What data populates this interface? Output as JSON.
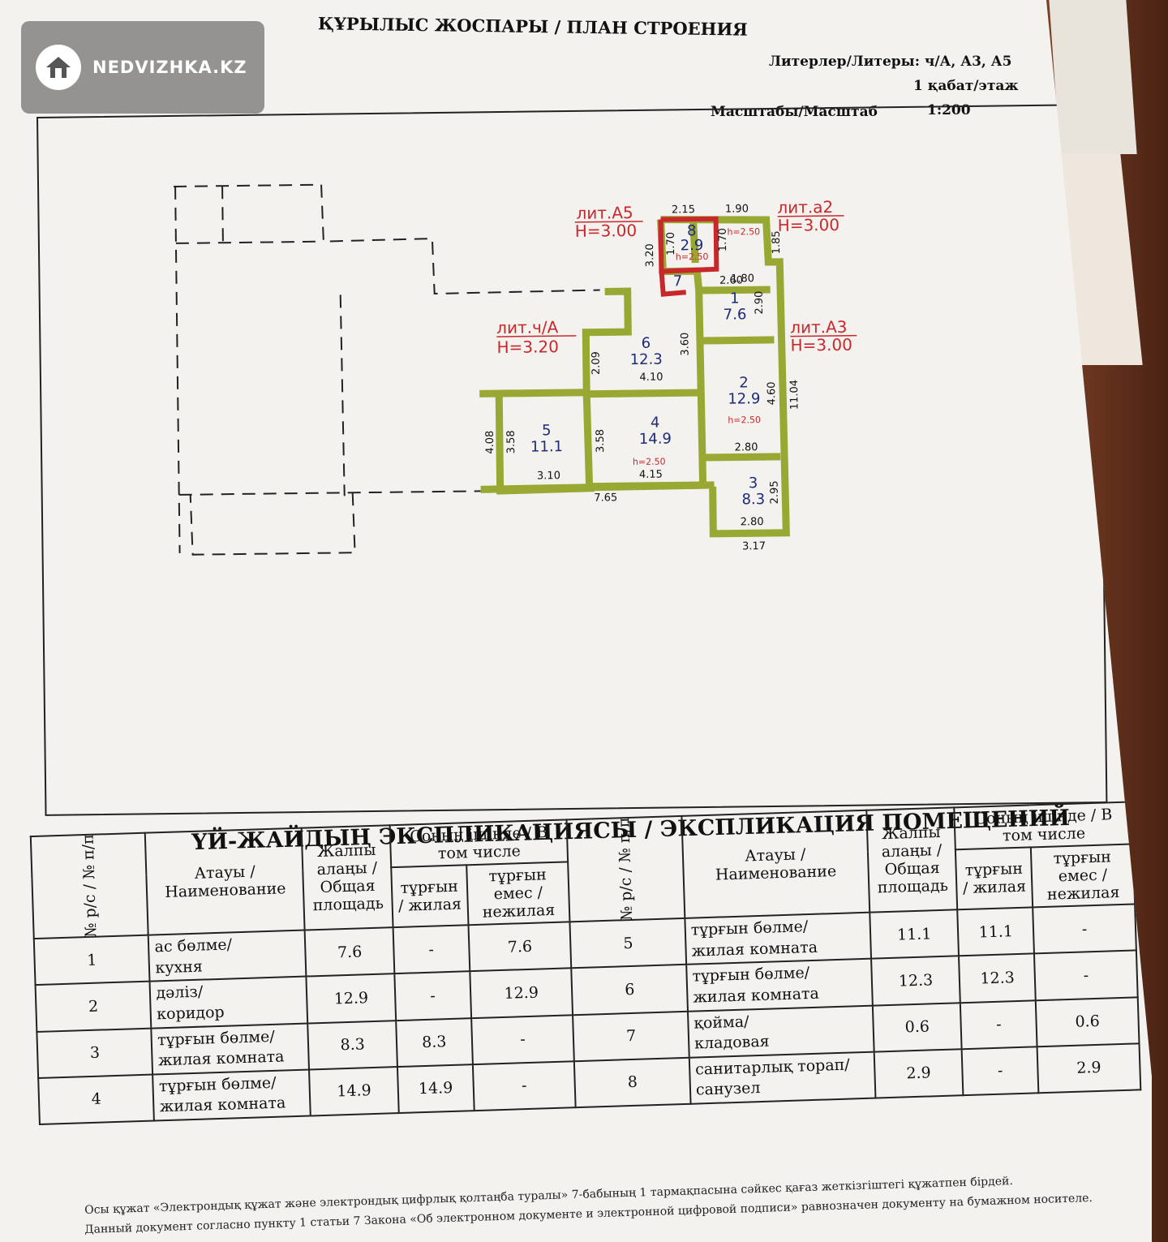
{
  "watermark": {
    "text": "NEDVIZHKA.KZ"
  },
  "header": {
    "title": "ҚҰРЫЛЫС ЖОСПАРЫ / ПЛАН СТРОЕНИЯ",
    "liters": "Литерлер/Литеры: ч/А, А3, А5",
    "floor": "1 қабат/этаж",
    "scale_label": "Масштабы/Масштаб",
    "scale_value": "1:200"
  },
  "plan": {
    "labels": {
      "a5": "лит.А5",
      "a5h": "Н=3.00",
      "a2": "лит.а2",
      "a2h": "Н=3.00",
      "cha": "лит.ч/А",
      "chah": "Н=3.20",
      "a3": "лит.А3",
      "a3h": "Н=3.00"
    },
    "rooms": [
      {
        "n": "1",
        "area": "7.6"
      },
      {
        "n": "2",
        "area": "12.9"
      },
      {
        "n": "3",
        "area": "8.3"
      },
      {
        "n": "4",
        "area": "14.9"
      },
      {
        "n": "5",
        "area": "11.1"
      },
      {
        "n": "6",
        "area": "12.3"
      },
      {
        "n": "7",
        "area": ""
      },
      {
        "n": "8",
        "area": "2.9"
      }
    ],
    "dims": {
      "d215": "2.15",
      "d190": "1.90",
      "d170a": "1.70",
      "d170b": "1.70",
      "d185": "1.85",
      "d320": "3.20",
      "d180": "1.80",
      "d260": "2.60",
      "d290": "2.90",
      "d360": "3.60",
      "d209": "2.09",
      "d410": "4.10",
      "d460": "4.60",
      "d1104": "11.04",
      "d280a": "2.80",
      "d408": "4.08",
      "d358a": "3.58",
      "d358b": "3.58",
      "d310": "3.10",
      "d415": "4.15",
      "d765": "7.65",
      "d295": "2.95",
      "d280b": "2.80",
      "d317": "3.17",
      "h250a": "h=2.50",
      "h250b": "h=2.50",
      "h250c": "h=2.50",
      "h250d": "h=2.50"
    }
  },
  "explication": {
    "title": "ҮЙ-ЖАЙДЫҢ ЭКСПЛИКАЦИЯСЫ / ЭКСПЛИКАЦИЯ ПОМЕЩЕНИЙ",
    "headers": {
      "num": "№ р/с / № п/п",
      "name": "Атауы / Наименование",
      "total": "Жалпы алаңы / Общая площадь",
      "incl": "Соның ішінде / В том числе",
      "living": "тұрғын / жилая",
      "nonliving": "тұрғын емес / нежилая"
    },
    "left": [
      {
        "n": "1",
        "name1": "ас бөлме/",
        "name2": "кухня",
        "total": "7.6",
        "living": "-",
        "non": "7.6"
      },
      {
        "n": "2",
        "name1": "дәліз/",
        "name2": "коридор",
        "total": "12.9",
        "living": "-",
        "non": "12.9"
      },
      {
        "n": "3",
        "name1": "тұрғын бөлме/",
        "name2": "жилая комната",
        "total": "8.3",
        "living": "8.3",
        "non": "-"
      },
      {
        "n": "4",
        "name1": "тұрғын бөлме/",
        "name2": "жилая комната",
        "total": "14.9",
        "living": "14.9",
        "non": "-"
      }
    ],
    "right": [
      {
        "n": "5",
        "name1": "тұрғын бөлме/",
        "name2": "жилая комната",
        "total": "11.1",
        "living": "11.1",
        "non": "-"
      },
      {
        "n": "6",
        "name1": "тұрғын бөлме/",
        "name2": "жилая комната",
        "total": "12.3",
        "living": "12.3",
        "non": "-"
      },
      {
        "n": "7",
        "name1": "қойма/",
        "name2": "кладовая",
        "total": "0.6",
        "living": "-",
        "non": "0.6"
      },
      {
        "n": "8",
        "name1": "санитарлық торап/",
        "name2": "санузел",
        "total": "2.9",
        "living": "-",
        "non": "2.9"
      }
    ]
  },
  "footer": {
    "line1": "Осы құжат «Электрондық құжат және электрондық цифрлық қолтаңба туралы» 7-бабының 1 тармақпасына сәйкес қағаз жеткізгіштегі құжатпен бірдей.",
    "line2": "Данный документ согласно пункту 1 статьи 7 Закона «Об электронном документе и электронной цифровой подписи» равнозначен документу на бумажном носителе."
  }
}
